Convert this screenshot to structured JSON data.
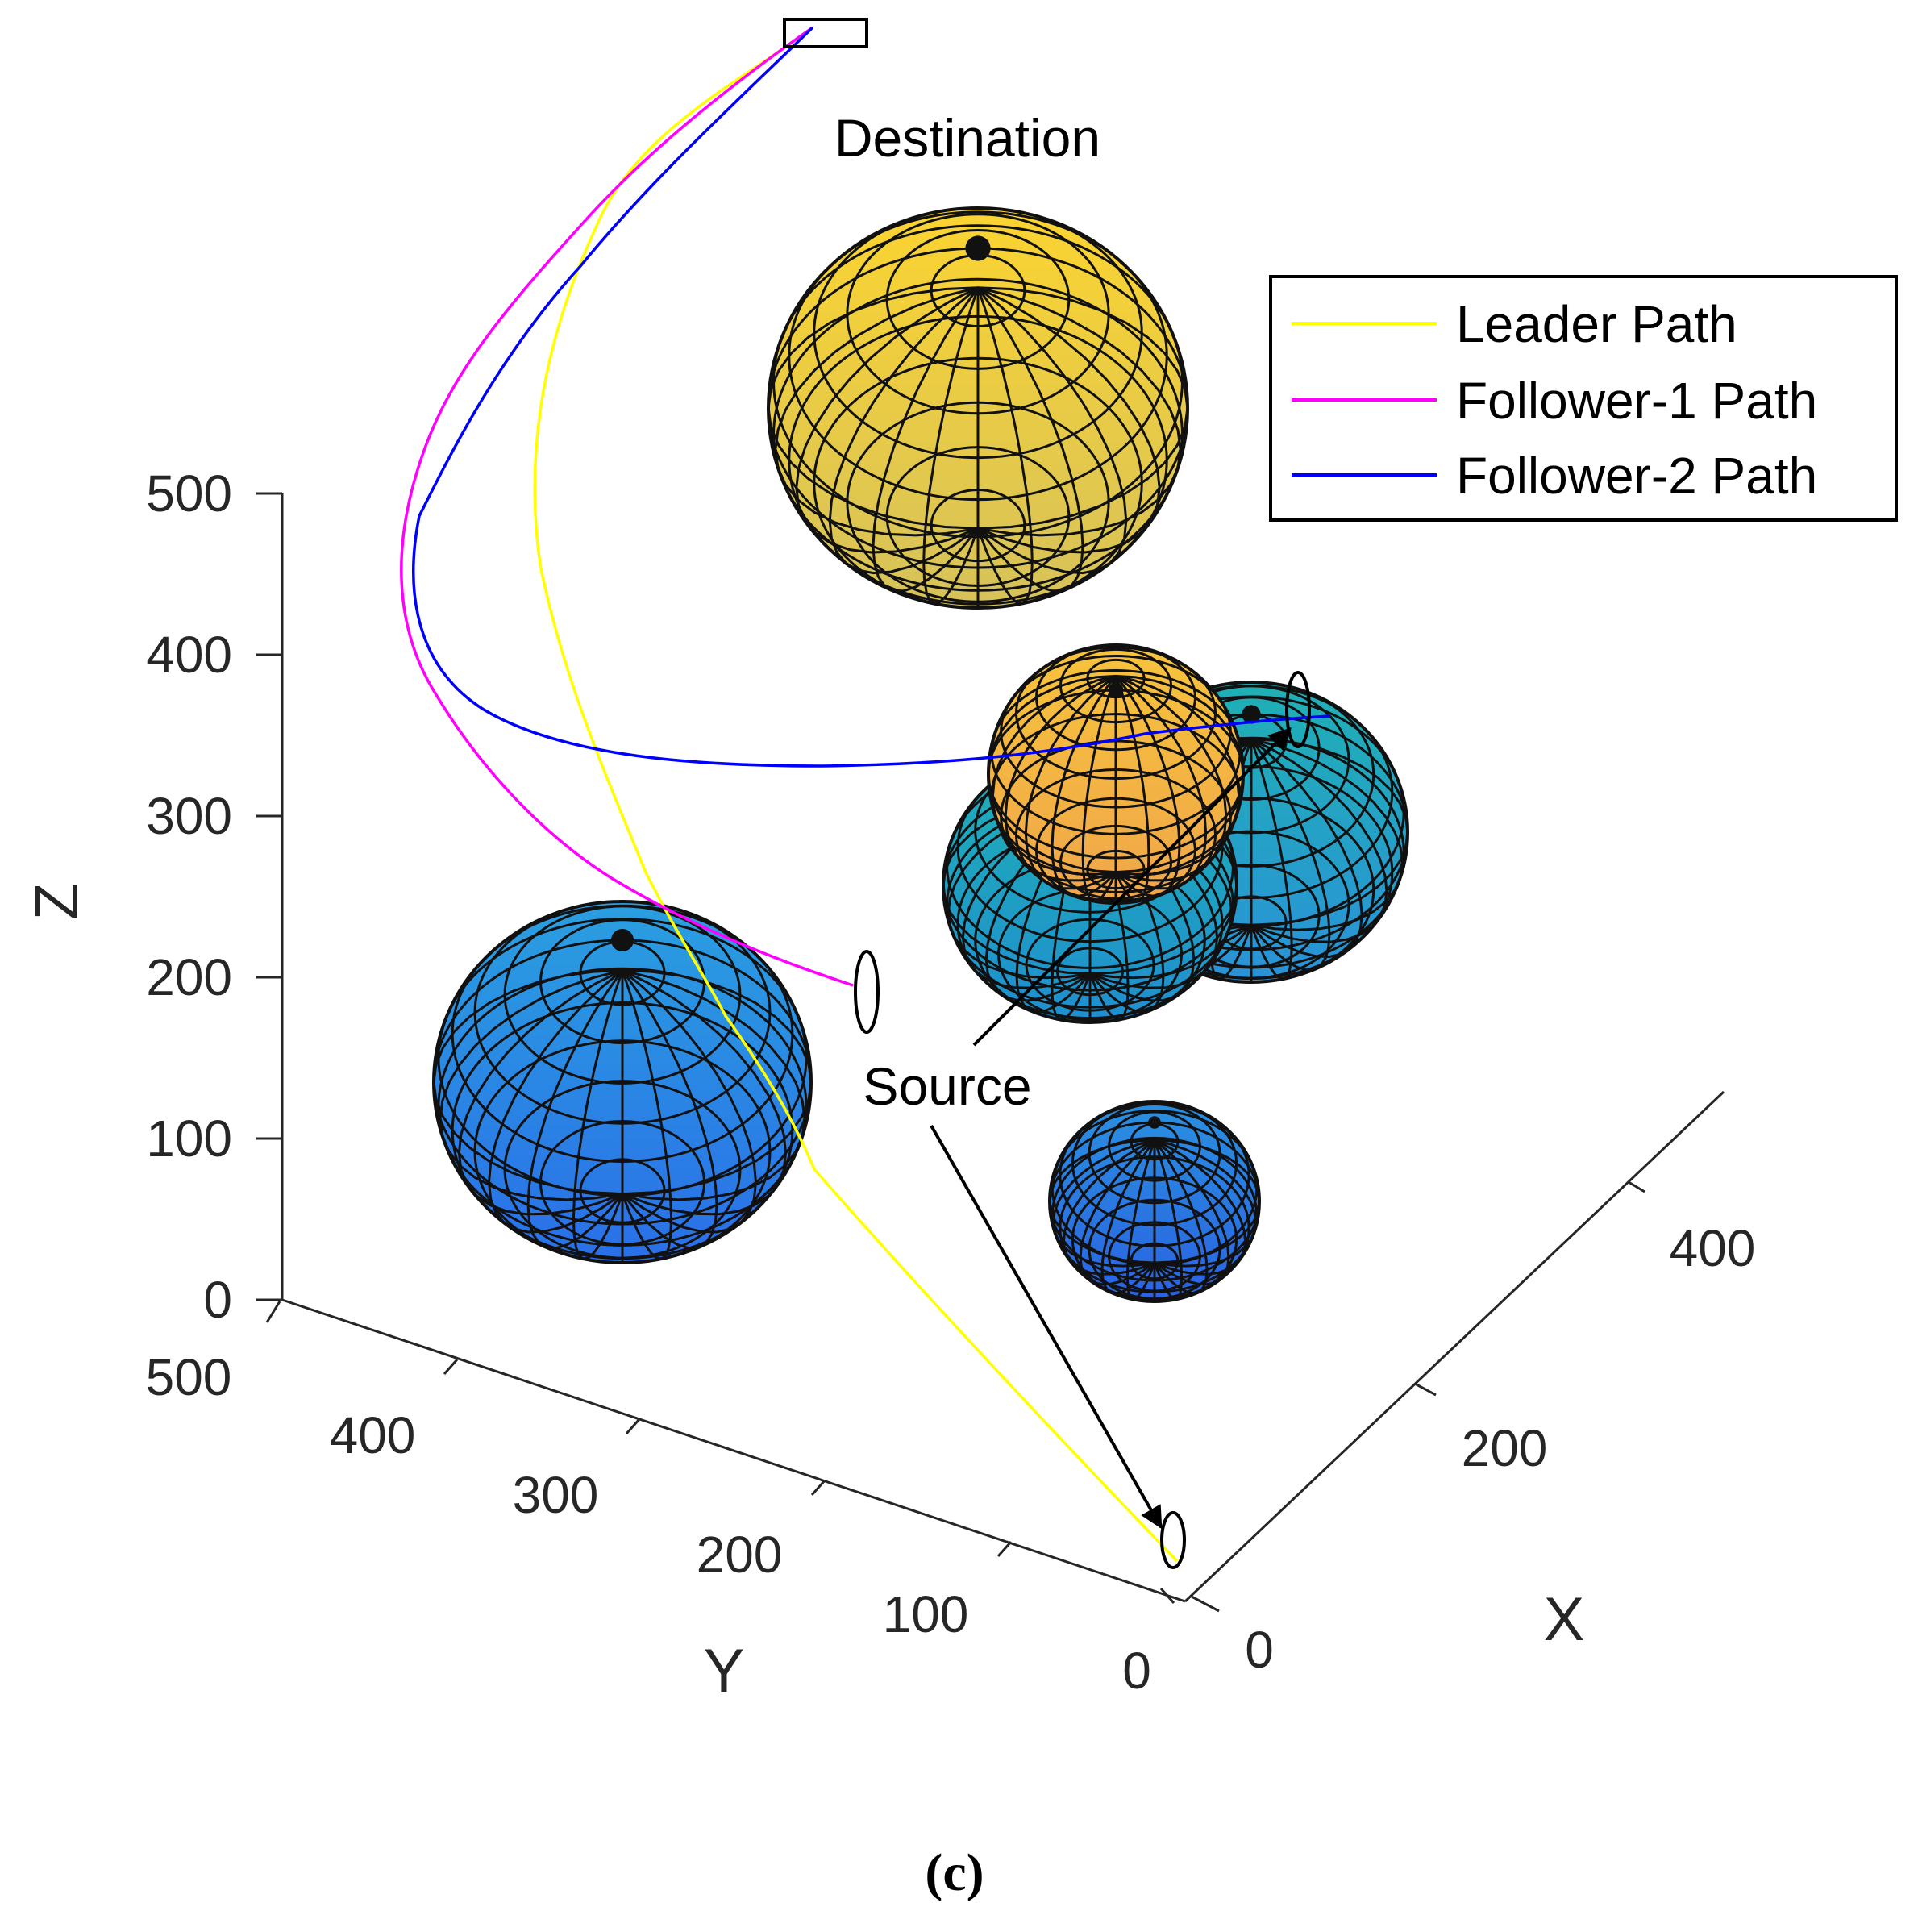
{
  "chart_data": {
    "type": "line3d",
    "axes": {
      "x": {
        "label": "X",
        "ticks": [
          "0",
          "200",
          "400"
        ]
      },
      "y": {
        "label": "Y",
        "ticks": [
          "0",
          "100",
          "200",
          "300",
          "400",
          "500"
        ]
      },
      "z": {
        "label": "Z",
        "ticks": [
          "0",
          "100",
          "200",
          "300",
          "400",
          "500"
        ]
      }
    },
    "legend": {
      "position": "top-right",
      "entries": [
        {
          "name": "Leader Path",
          "color": "#ffff00"
        },
        {
          "name": "Follower-1 Path",
          "color": "#ff00ff"
        },
        {
          "name": "Follower-2 Path",
          "color": "#0000ff"
        }
      ]
    },
    "annotations": {
      "destination": "Destination",
      "source": "Source"
    },
    "obstacles": [
      {
        "kind": "sphere",
        "colormap": "parula",
        "top_color": "#fbd431",
        "bottom_color": "#d6c25a"
      },
      {
        "kind": "sphere",
        "colormap": "parula",
        "top_color": "#f7c33c",
        "bottom_color": "#f0a64a"
      },
      {
        "kind": "sphere",
        "colormap": "parula",
        "top_color": "#1fb0b4",
        "bottom_color": "#1f8fd0"
      },
      {
        "kind": "sphere",
        "colormap": "parula",
        "top_color": "#1fb0b4",
        "bottom_color": "#2a92d8"
      },
      {
        "kind": "sphere",
        "colormap": "parula",
        "top_color": "#2a9fe0",
        "bottom_color": "#2a6fe8"
      },
      {
        "kind": "sphere",
        "colormap": "parula",
        "top_color": "#2a90e0",
        "bottom_color": "#2a62e2"
      }
    ],
    "caption": "(c)"
  }
}
